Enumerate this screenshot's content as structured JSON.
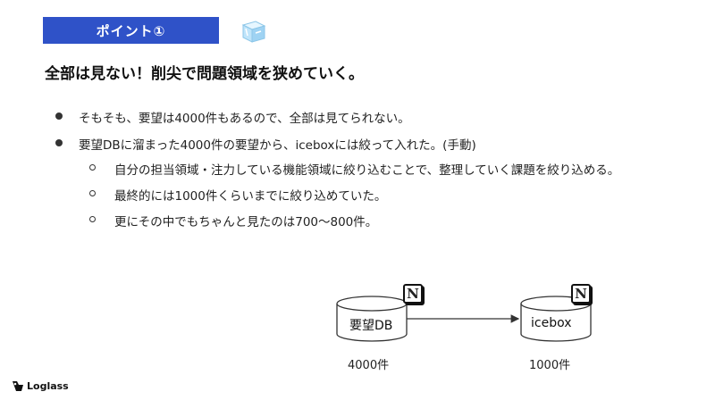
{
  "badge": {
    "label": "ポイント①"
  },
  "icons": {
    "ice": "ice-cube-icon",
    "notion": "notion-icon",
    "logo": "loglass-logo"
  },
  "heading": "全部は見ない！削尖で問題領域を狭めていく。",
  "bullets": [
    {
      "text": "そもそも、要望は4000件もあるので、全部は見てられない。"
    },
    {
      "text": "要望DBに溜まった4000件の要望から、iceboxには絞って入れた。(手動)",
      "sub": [
        "自分の担当領域・注力している機能領域に絞り込むことで、整理していく課題を絞り込める。",
        "最終的には1000件くらいまでに絞り込めていた。",
        "更にその中でもちゃんと見たのは700〜800件。"
      ]
    }
  ],
  "diagram": {
    "source": {
      "label": "要望DB",
      "count": "4000件"
    },
    "target": {
      "label": "icebox",
      "count": "1000件"
    },
    "notion_glyph": "N"
  },
  "footer": {
    "logo_text": "Loglass"
  },
  "colors": {
    "badge_bg": "#2f52c8",
    "text": "#222222"
  }
}
